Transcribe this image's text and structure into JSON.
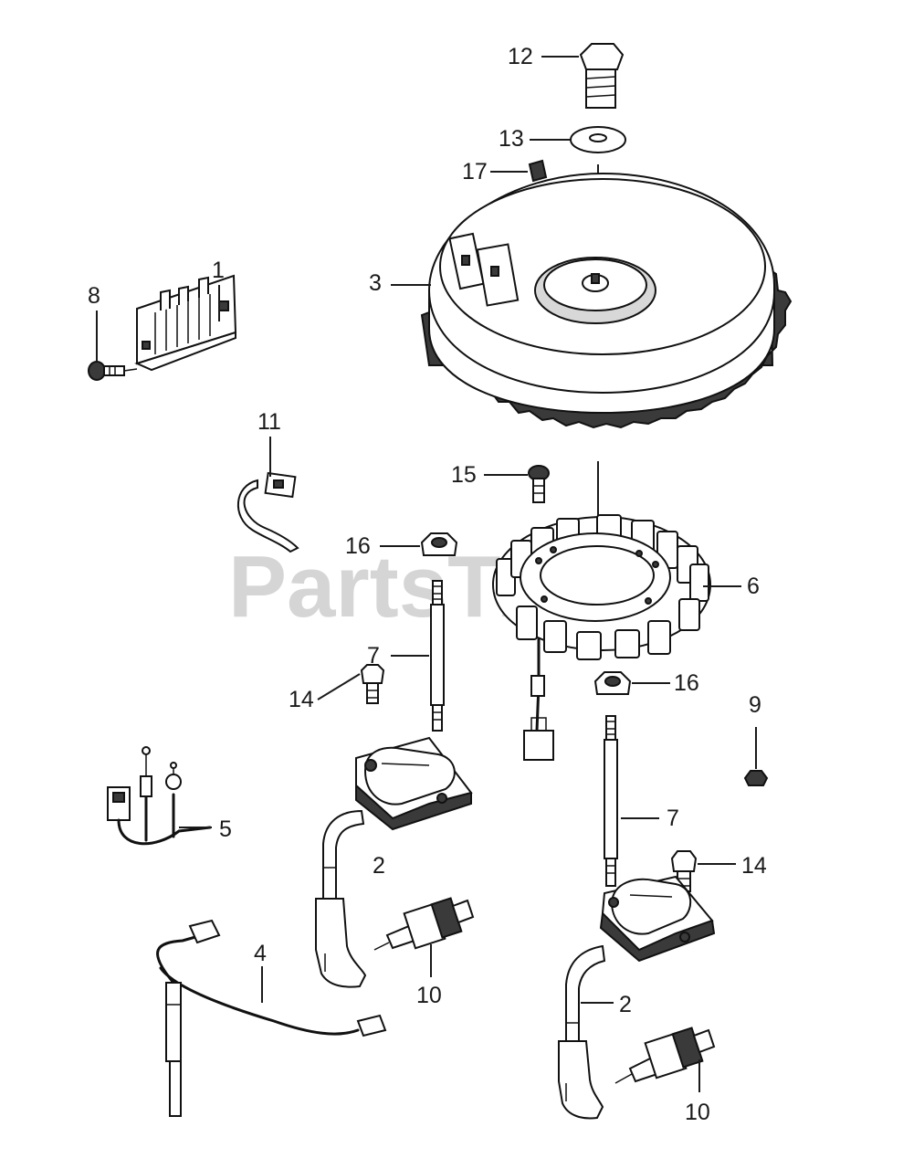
{
  "watermark": "PartsTree",
  "callouts": [
    "12",
    "13",
    "17",
    "3",
    "1",
    "8",
    "11",
    "15",
    "16",
    "6",
    "7",
    "14",
    "9",
    "16",
    "5",
    "2",
    "7",
    "14",
    "4",
    "10",
    "2",
    "10"
  ]
}
